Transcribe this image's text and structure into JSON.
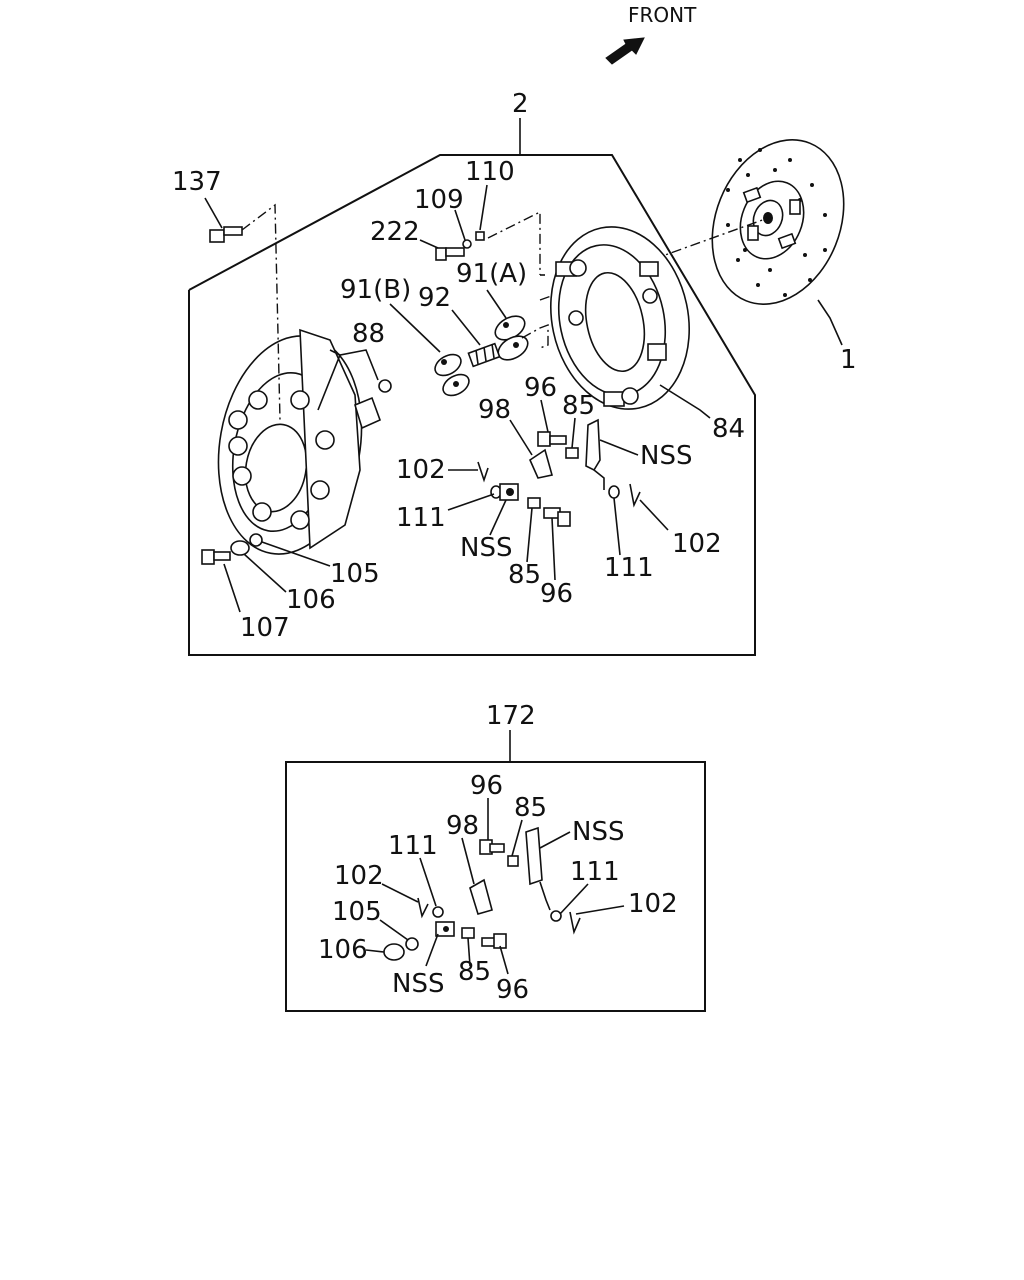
{
  "header": {
    "front_label": "FRONT"
  },
  "main_group": {
    "label": "2",
    "callouts": [
      {
        "id": "c137",
        "text": "137"
      },
      {
        "id": "c110",
        "text": "110"
      },
      {
        "id": "c109",
        "text": "109"
      },
      {
        "id": "c222",
        "text": "222"
      },
      {
        "id": "c91a",
        "text": "91(A)"
      },
      {
        "id": "c91b",
        "text": "91(B)"
      },
      {
        "id": "c92",
        "text": "92"
      },
      {
        "id": "c88",
        "text": "88"
      },
      {
        "id": "c1",
        "text": "1"
      },
      {
        "id": "c84",
        "text": "84"
      },
      {
        "id": "c96a",
        "text": "96"
      },
      {
        "id": "c85a",
        "text": "85"
      },
      {
        "id": "c98",
        "text": "98"
      },
      {
        "id": "cnssA",
        "text": "NSS"
      },
      {
        "id": "c102a",
        "text": "102"
      },
      {
        "id": "c111a",
        "text": "111"
      },
      {
        "id": "cnssB",
        "text": "NSS"
      },
      {
        "id": "c85b",
        "text": "85"
      },
      {
        "id": "c96b",
        "text": "96"
      },
      {
        "id": "c111b",
        "text": "111"
      },
      {
        "id": "c102b",
        "text": "102"
      },
      {
        "id": "c105",
        "text": "105"
      },
      {
        "id": "c106",
        "text": "106"
      },
      {
        "id": "c107",
        "text": "107"
      }
    ]
  },
  "kit_group": {
    "label": "172",
    "callouts": [
      {
        "id": "k96a",
        "text": "96"
      },
      {
        "id": "k85a",
        "text": "85"
      },
      {
        "id": "knssA",
        "text": "NSS"
      },
      {
        "id": "k98",
        "text": "98"
      },
      {
        "id": "k111a",
        "text": "111"
      },
      {
        "id": "k102a",
        "text": "102"
      },
      {
        "id": "k111b",
        "text": "111"
      },
      {
        "id": "k102b",
        "text": "102"
      },
      {
        "id": "k105",
        "text": "105"
      },
      {
        "id": "k106",
        "text": "106"
      },
      {
        "id": "knssB",
        "text": "NSS"
      },
      {
        "id": "k85b",
        "text": "85"
      },
      {
        "id": "k96b",
        "text": "96"
      }
    ]
  }
}
